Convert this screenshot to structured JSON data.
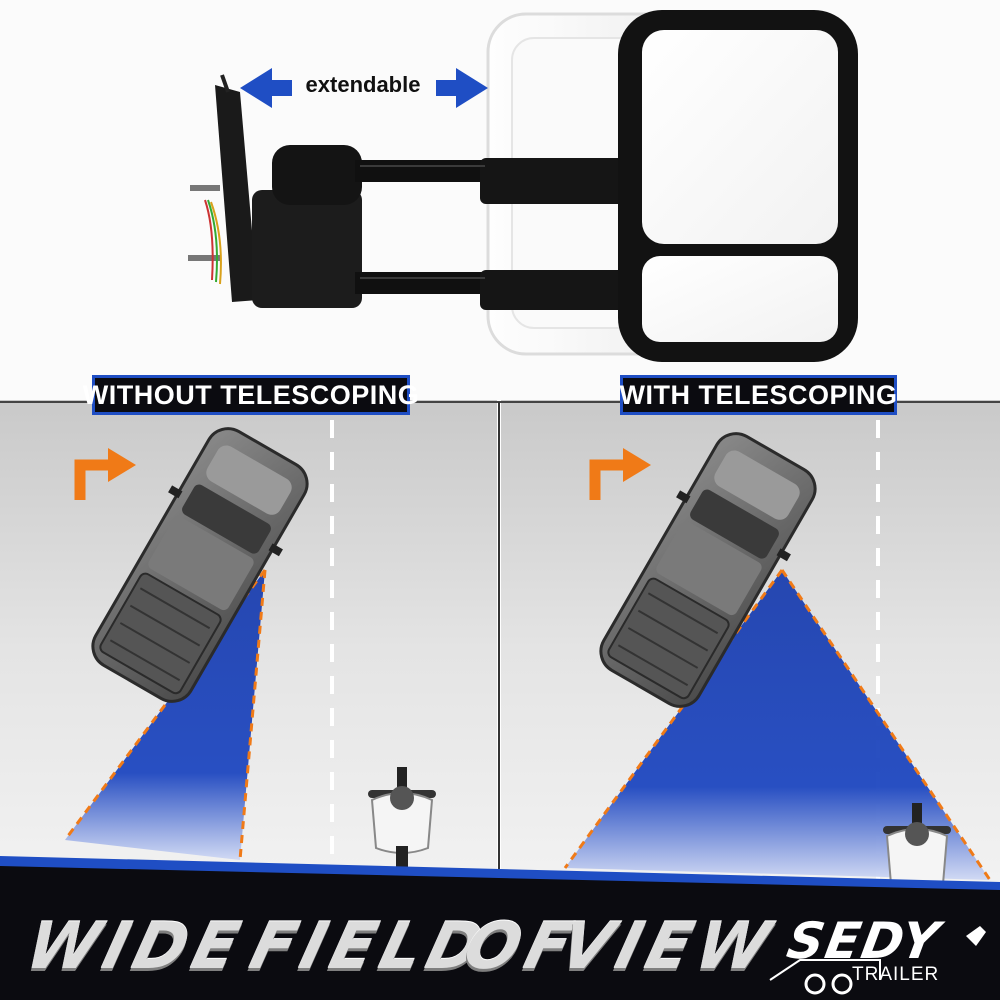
{
  "top": {
    "extend_label": "extendable"
  },
  "panels": {
    "left_label": "WITHOUT TELESCOPING",
    "right_label": "WITH TELESCOPING"
  },
  "headline": {
    "words": [
      "WIDE",
      "FIELD",
      "OF",
      "VIEW"
    ]
  },
  "brand": {
    "name": "SEDY",
    "sub": "TRAILER"
  },
  "colors": {
    "accent_blue": "#1f4ec4",
    "arrow_orange": "#f07a17",
    "road_gray": "#e6e6e6",
    "banner_dark": "#0b0b10"
  }
}
